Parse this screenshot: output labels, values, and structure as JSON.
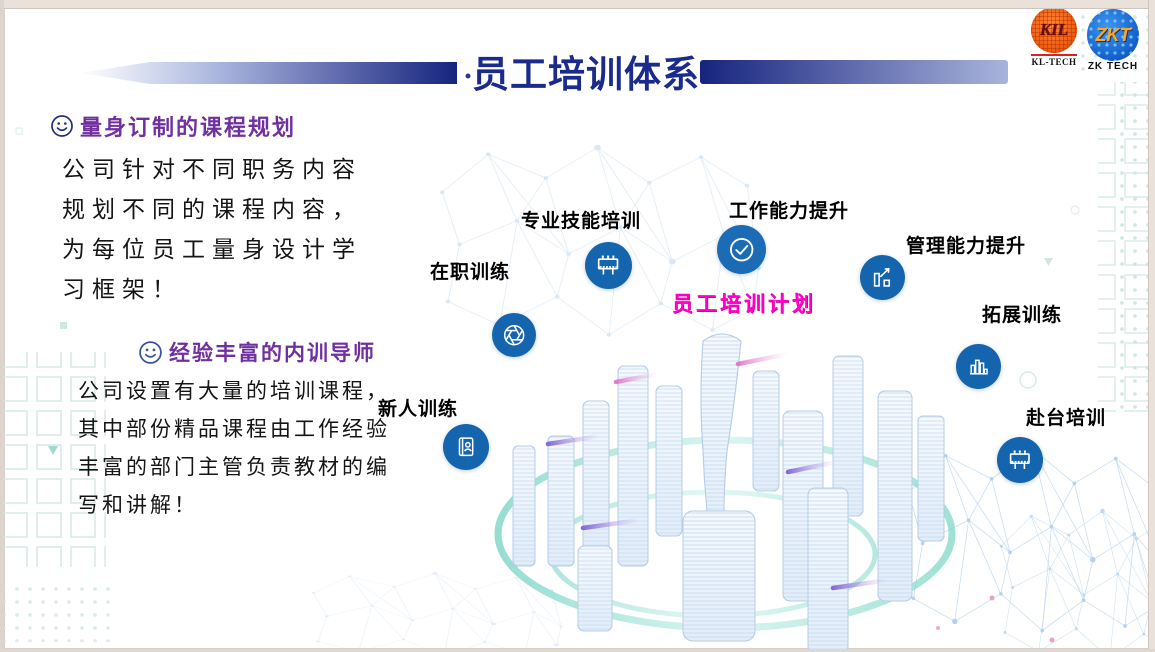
{
  "slide": {
    "title": "员工培训体系"
  },
  "logos": {
    "kl": {
      "monogram": "KIL",
      "caption": "KL-TECH"
    },
    "zkt": {
      "monogram": "ZKT",
      "caption": "ZK TECH"
    }
  },
  "sections": [
    {
      "icon": "smiley-icon",
      "heading": "量身订制的课程规划",
      "body": [
        "公司针对不同职务内容",
        "规划不同的课程内容，",
        "为每位员工量身设计学",
        "习框架！"
      ]
    },
    {
      "icon": "smiley-icon",
      "heading": "经验丰富的内训导师",
      "body": [
        "公司设置有大量的培训课程，",
        "其中部份精品课程由工作经验",
        "丰富的部门主管负责教材的编",
        "写和讲解！"
      ]
    }
  ],
  "plan": {
    "center_label": "员工培训计划"
  },
  "training_items": [
    {
      "label": "在职训练",
      "icon": "aperture-icon"
    },
    {
      "label": "专业技能培训",
      "icon": "billboard-icon"
    },
    {
      "label": "工作能力提升",
      "icon": "check-circle-icon"
    },
    {
      "label": "管理能力提升",
      "icon": "chart-up-icon"
    },
    {
      "label": "拓展训练",
      "icon": "histogram-icon"
    },
    {
      "label": "赴台培训",
      "icon": "billboard-icon"
    },
    {
      "label": "新人训练",
      "icon": "id-book-icon"
    }
  ],
  "colors": {
    "title_blue": "#1b2b8c",
    "icon_circle_blue": "#1565ae",
    "heading_purple": "#7030a0",
    "plan_magenta": "#ff00cc",
    "kl_logo_orange": "#e85a0c",
    "zkt_logo_blue": "#1563cf",
    "swirl_teal": "#57c9b8"
  }
}
